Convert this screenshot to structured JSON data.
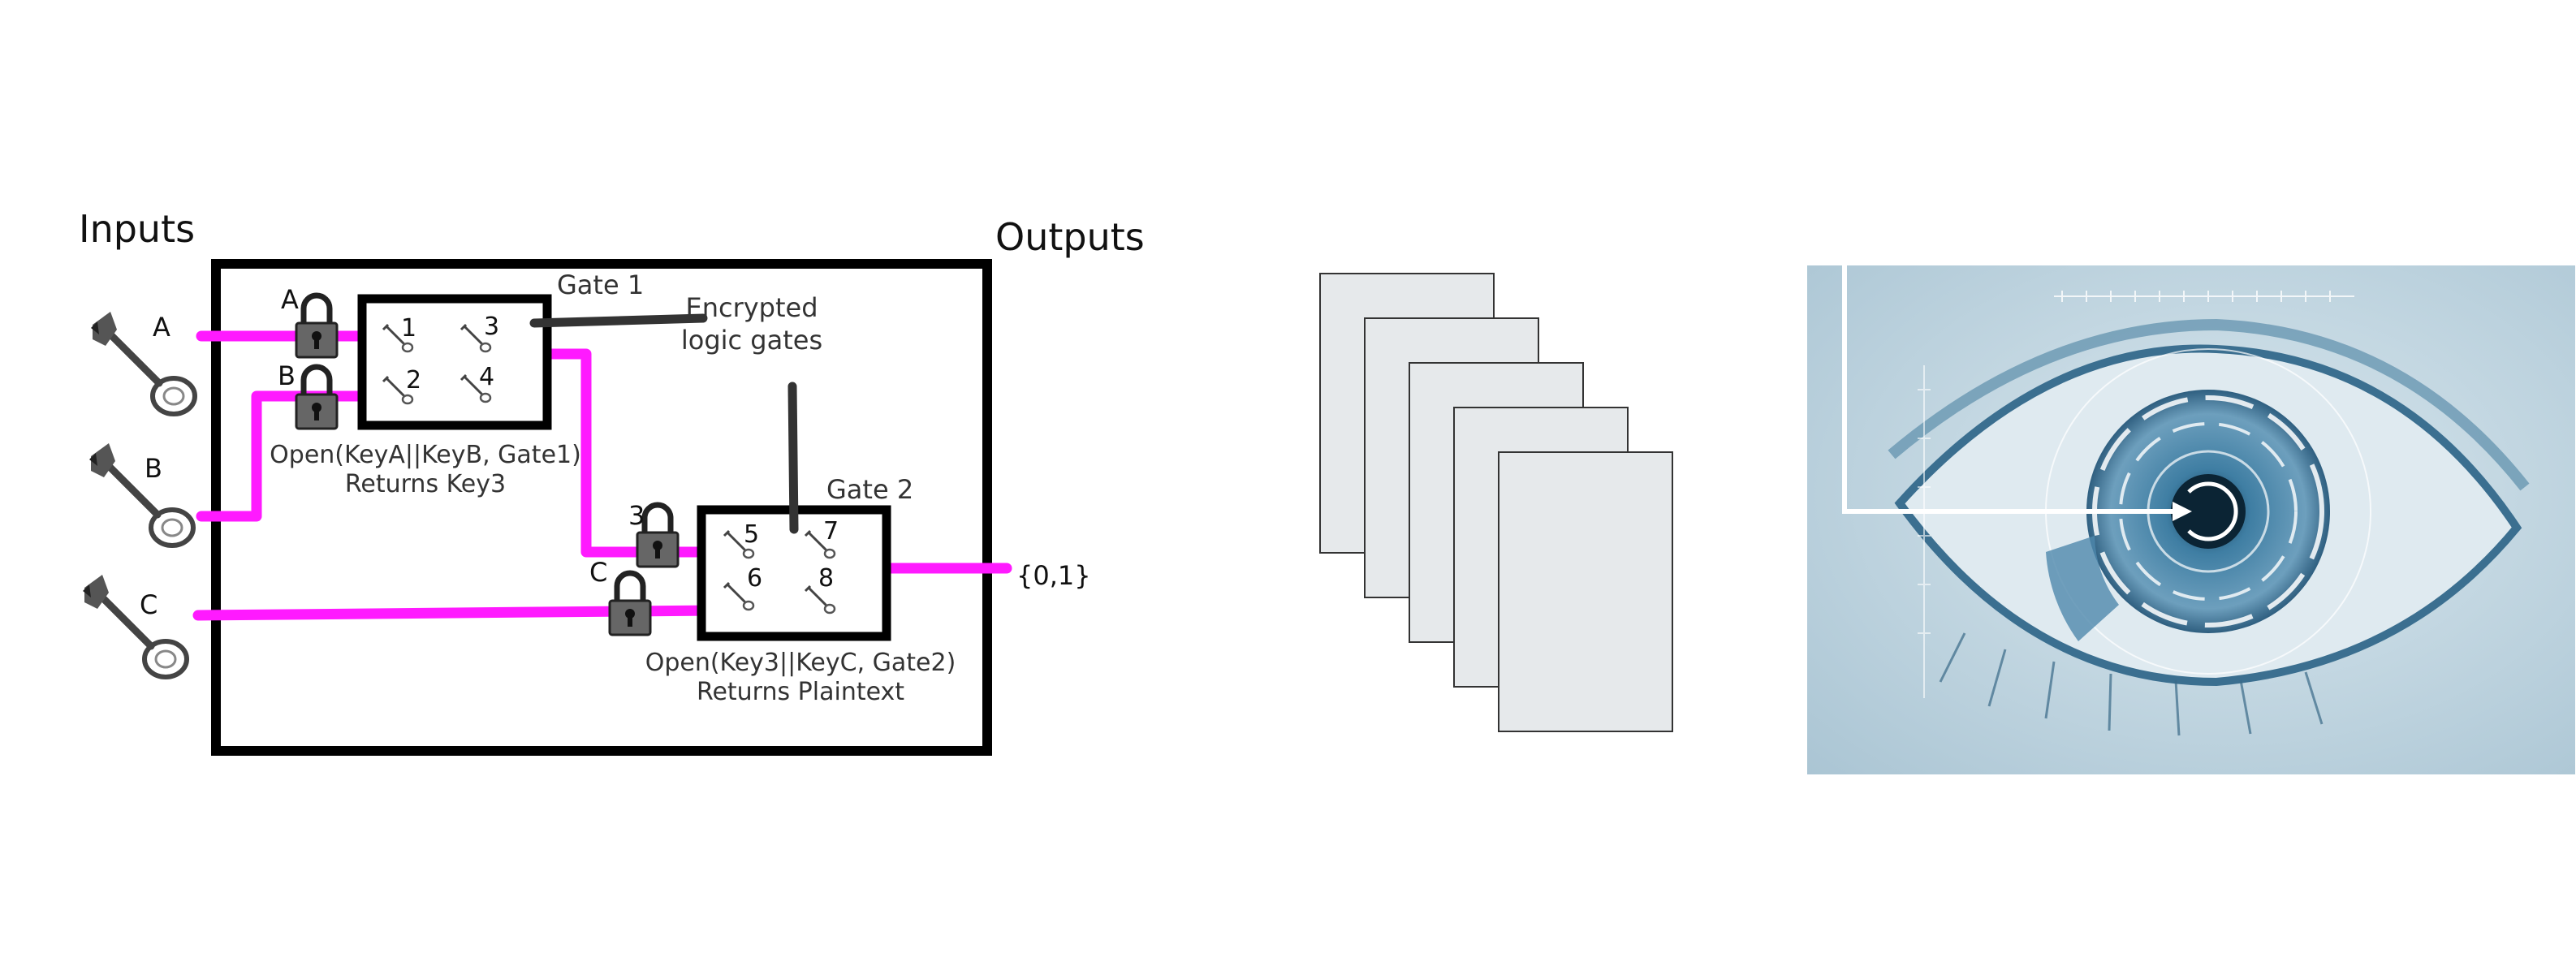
{
  "circuit": {
    "inputs_title": "Inputs",
    "outputs_title": "Outputs",
    "key_labels": [
      "A",
      "B",
      "C"
    ],
    "lock_labels": [
      "A",
      "B",
      "3",
      "C"
    ],
    "gate1_title": "Gate 1",
    "gate2_title": "Gate 2",
    "gate1_keys": [
      "1",
      "2",
      "3",
      "4"
    ],
    "gate2_keys": [
      "5",
      "6",
      "7",
      "8"
    ],
    "encrypted_line1": "Encrypted",
    "encrypted_line2": "logic gates",
    "gate1_caption_line1": "Open(KeyA||KeyB, Gate1)",
    "gate1_caption_line2": "Returns Key3",
    "gate2_caption_line1": "Open(Key3||KeyC, Gate2)",
    "gate2_caption_line2": "Returns Plaintext",
    "output_value": "{0,1}",
    "wire_color": "#ff1aff"
  },
  "document_stack": {
    "page_count": 5,
    "page_fill": "#e6e9eb"
  },
  "eye_panel": {
    "background": "#b9d0dc",
    "tint": "#2d6f96"
  }
}
